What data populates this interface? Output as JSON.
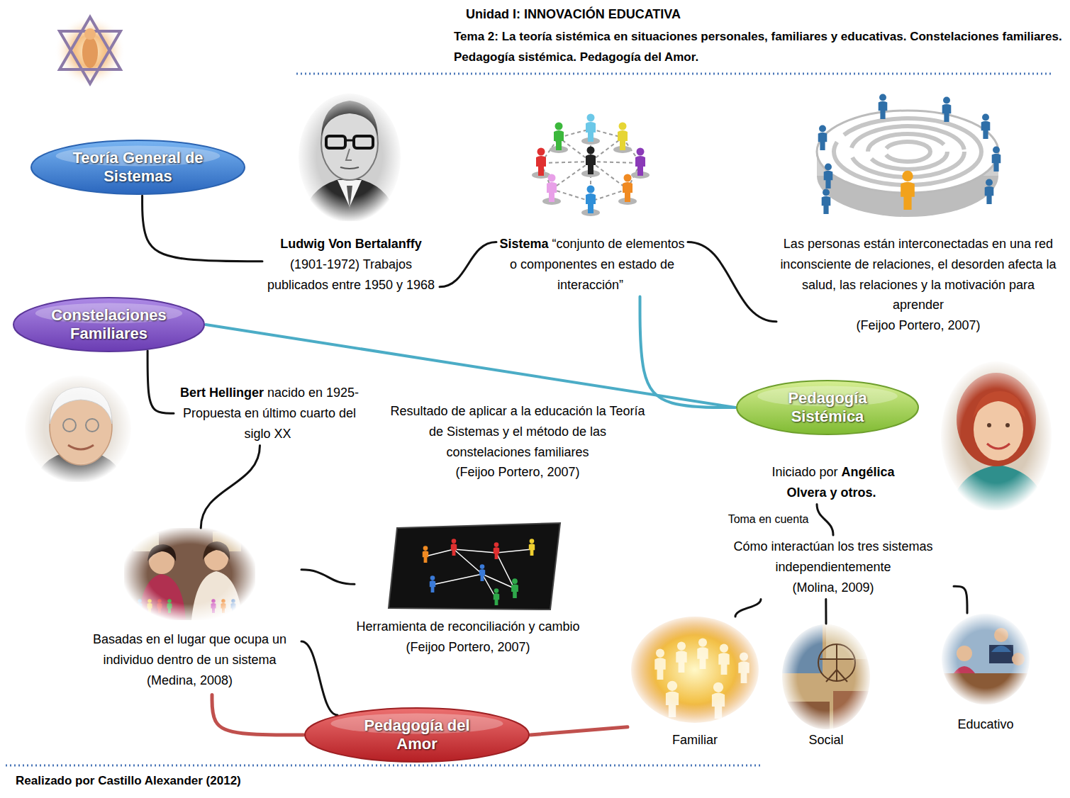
{
  "diagram": {
    "title": "Unidad I: INNOVACIÓN EDUCATIVA",
    "caption": "Realizado por Castillo Alexander (2012)",
    "nodes": [
      {
        "text": [
          "Teoría General de Sistemas"
        ]
      },
      {
        "text": [
          "Ludwig Von Bertalanffy",
          "(1901-1972) Trabajos publicados entre 1950 y 1968"
        ]
      },
      {
        "text": [
          "Sistema",
          "“conjunto de elementos o componentes en estado de interacción”"
        ]
      },
      {
        "text": [
          "Las personas están interconectadas en una red inconsciente de relaciones, el desorden afecta la salud, las relaciones y la motivación para aprender",
          "(Feijoo Portero, 2007)"
        ]
      },
      {
        "text": [
          "Constelaciones Familiares"
        ]
      },
      {
        "text": [
          "Bert Hellinger",
          "nacido en 1925- Propuesta en último cuarto del siglo XX"
        ]
      },
      {
        "text": [
          "Pedagogía Sistémica"
        ]
      },
      {
        "text": [
          "Iniciado por",
          "Angélica Olvera y otros."
        ]
      },
      {
        "text": [
          "Cómo interactúan los tres sistemas independientemente",
          "(Molina, 2009)"
        ]
      },
      {
        "text": [
          "Familiar"
        ]
      },
      {
        "text": [
          "Social"
        ]
      },
      {
        "text": [
          "Educativo"
        ]
      },
      {
        "text": [
          "Basadas en el lugar que ocupa un individuo dentro de un sistema",
          "(Medina, 2008)"
        ]
      },
      {
        "text": [
          "Herramienta de reconciliación y cambio",
          "(Feijoo Portero, 2007)"
        ]
      },
      {
        "text": [
          "Pedagogía del Amor"
        ]
      }
    ],
    "edges": [
      {
        "from": 0,
        "to": 1,
        "arrow": "none"
      },
      {
        "from": 1,
        "to": 2,
        "arrow": "none"
      },
      {
        "from": 2,
        "to": 3,
        "arrow": "none"
      },
      {
        "from": 4,
        "to": 5,
        "arrow": "none"
      },
      {
        "from": 4,
        "to": 6,
        "arrow": "none"
      },
      {
        "from": 2,
        "to": 6,
        "arrow": "none"
      },
      {
        "from": 5,
        "to": 12,
        "arrow": "none"
      },
      {
        "from": 12,
        "to": 13,
        "arrow": "none"
      },
      {
        "from": 12,
        "to": 14,
        "arrow": "none"
      },
      {
        "from": 14,
        "to": 12,
        "arrow": "none"
      },
      {
        "from": 14,
        "to": 9,
        "arrow": "none"
      },
      {
        "from": 7,
        "to": 8,
        "label": "Toma en cuenta",
        "arrow": "none"
      },
      {
        "from": 8,
        "to": 9,
        "arrow": "none"
      },
      {
        "from": 8,
        "to": 10,
        "arrow": "none"
      },
      {
        "from": 8,
        "to": 11,
        "arrow": "none"
      }
    ],
    "labels": [
      "Tema 2: La teoría sistémica en situaciones personales, familiares y educativas. Constelaciones familiares. Pedagogía sistémica. Pedagogía del Amor.",
      "Resultado de aplicar a la educación la Teoría de Sistemas y el método de las constelaciones familiares",
      "(Feijoo Portero, 2007)"
    ]
  }
}
